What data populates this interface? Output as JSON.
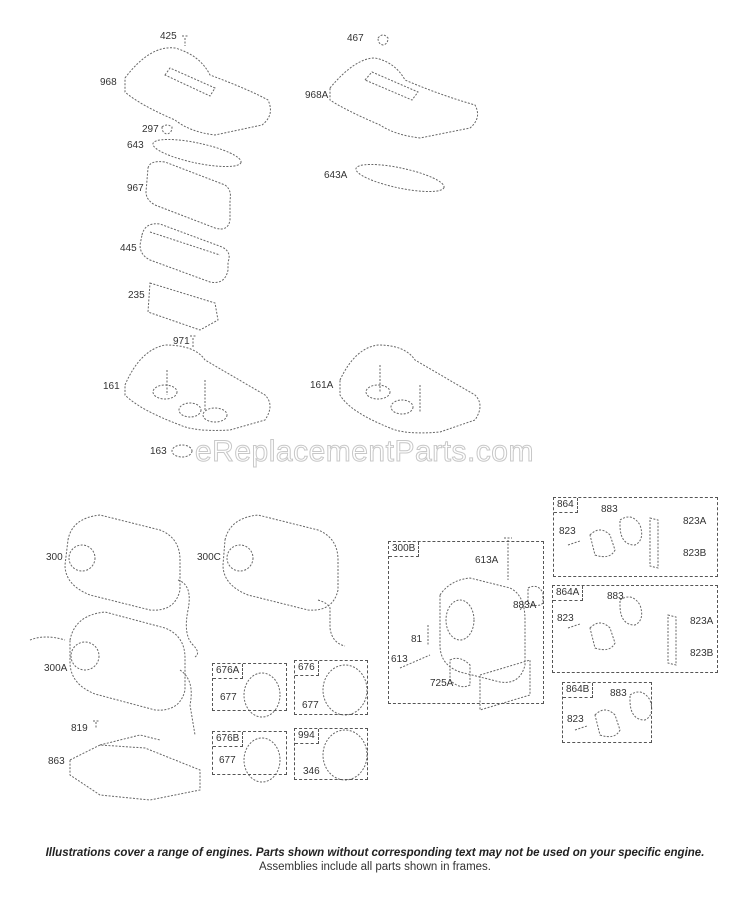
{
  "watermark": "eReplacementParts.com",
  "parts_labels": {
    "p425": "425",
    "p968": "968",
    "p297": "297",
    "p643": "643",
    "p967": "967",
    "p445": "445",
    "p235": "235",
    "p971": "971",
    "p161": "161",
    "p163": "163",
    "p467": "467",
    "p968A": "968A",
    "p643A": "643A",
    "p161A": "161A",
    "p300": "300",
    "p300C": "300C",
    "p300A": "300A",
    "p819": "819",
    "p863": "863",
    "p613A": "613A",
    "p883A": "883A",
    "p81": "81",
    "p613": "613",
    "p725A": "725A"
  },
  "frames": {
    "f300B": {
      "tag": "300B"
    },
    "f864": {
      "tag": "864",
      "labels": [
        "883",
        "823",
        "823A",
        "823B"
      ]
    },
    "f864A": {
      "tag": "864A",
      "labels": [
        "883",
        "823",
        "823A",
        "823B"
      ]
    },
    "f864B": {
      "tag": "864B",
      "labels": [
        "883",
        "823"
      ]
    },
    "f676A": {
      "tag": "676A",
      "labels": [
        "677"
      ]
    },
    "f676": {
      "tag": "676",
      "labels": [
        "677"
      ]
    },
    "f676B": {
      "tag": "676B",
      "labels": [
        "677"
      ]
    },
    "f994": {
      "tag": "994",
      "labels": [
        "346"
      ]
    }
  },
  "footer": {
    "note": "Illustrations cover a range of engines. Parts shown without corresponding text may not be used on your specific engine.",
    "sub": "Assemblies include all parts shown in frames."
  }
}
